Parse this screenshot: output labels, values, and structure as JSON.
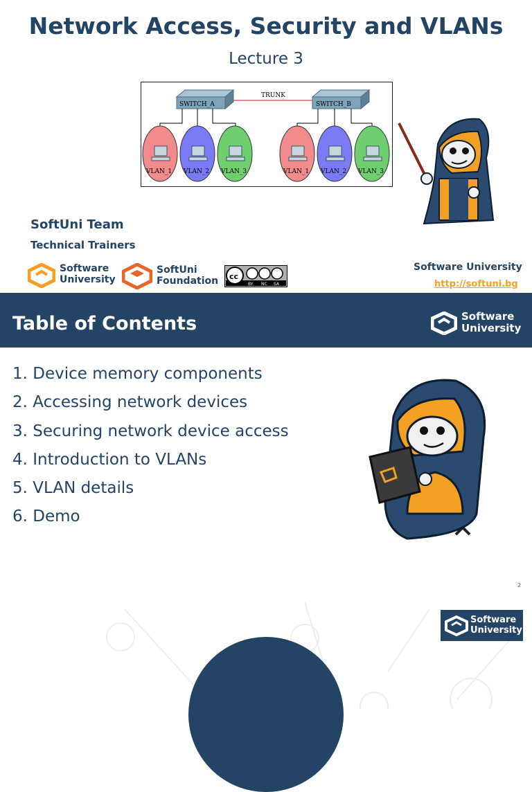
{
  "slide1": {
    "title": "Network Access, Security and VLANs",
    "subtitle": "Lecture 3",
    "team": "SoftUni Team",
    "trainers": "Technical Trainers",
    "org_name": "Software University",
    "org_link": "http://softuni.bg",
    "diagram": {
      "trunk_label": "TRUNK",
      "switch_a": "SWITCH_A",
      "switch_b": "SWITCH_B",
      "vlans": [
        "VLAN_1",
        "VLAN_2",
        "VLAN_3"
      ]
    },
    "logos": {
      "su_line1": "Software",
      "su_line2": "University",
      "foundation_line1": "SoftUni",
      "foundation_line2": "Foundation",
      "cc_labels": [
        "BY",
        "NC",
        "SA"
      ]
    }
  },
  "slide2": {
    "title": "Table of Contents",
    "items": [
      "1. Device memory components",
      "2. Accessing network devices",
      "3. Securing network device access",
      "4. Introduction to VLANs",
      "5. VLAN details",
      "6. Demo"
    ],
    "page_number": "2",
    "logo_line1": "Software",
    "logo_line2": "University"
  },
  "colors": {
    "brand_dark": "#234465",
    "brand_orange": "#f3a024",
    "foundation_orange": "#e9652a",
    "vlan1": "#f28b8b",
    "vlan2": "#7a7af5",
    "vlan3": "#6fcf6f"
  }
}
